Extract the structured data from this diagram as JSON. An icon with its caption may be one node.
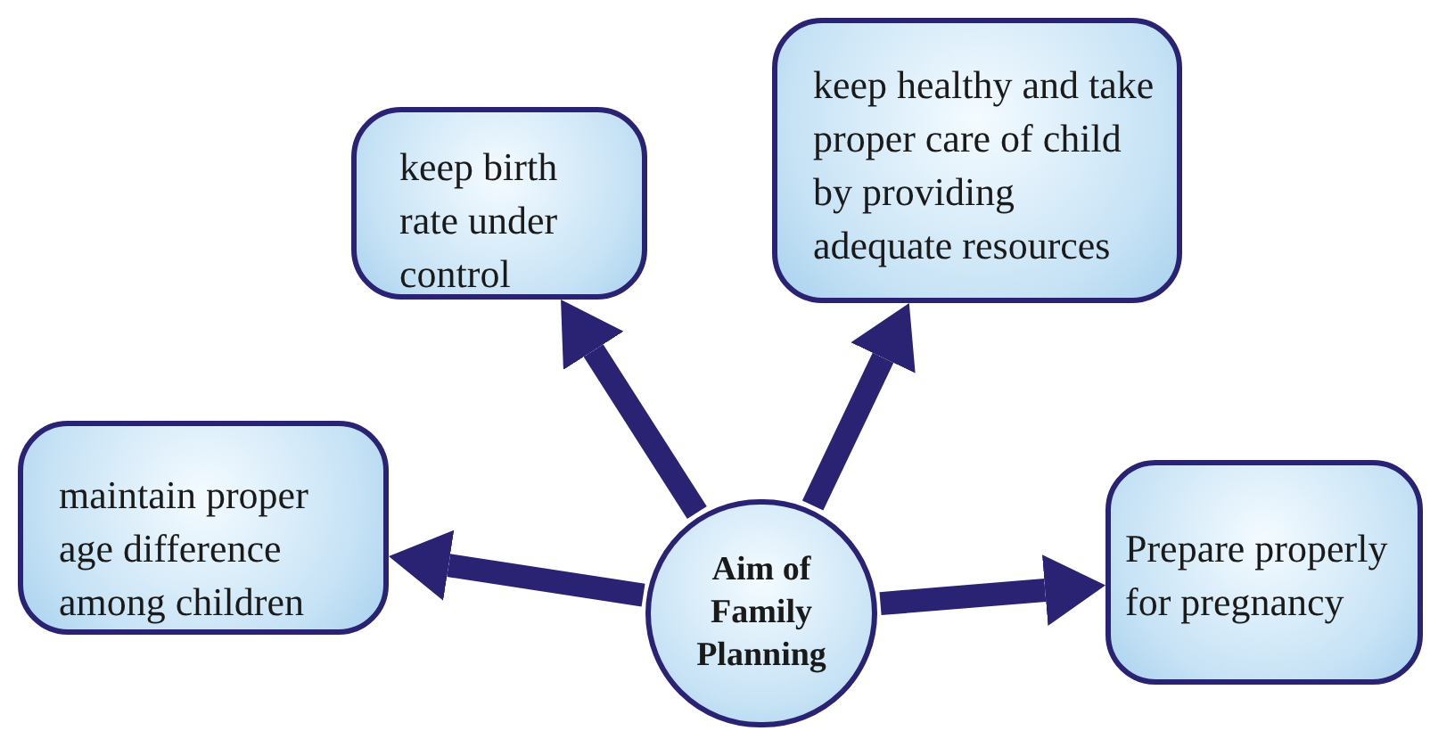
{
  "diagram": {
    "nodes": [
      {
        "text": [
          "Aim of Family Planning"
        ]
      },
      {
        "text": [
          "keep birth rate under control"
        ]
      },
      {
        "text": [
          "keep healthy and take proper care of child by providing adequate resources"
        ]
      },
      {
        "text": [
          "maintain proper age difference among children"
        ]
      },
      {
        "text": [
          "Prepare properly for pregnancy"
        ]
      }
    ],
    "edges": [
      {
        "from": 0,
        "to": 1,
        "arrow": "to"
      },
      {
        "from": 0,
        "to": 2,
        "arrow": "to"
      },
      {
        "from": 0,
        "to": 3,
        "arrow": "to"
      },
      {
        "from": 0,
        "to": 4,
        "arrow": "to"
      }
    ]
  }
}
